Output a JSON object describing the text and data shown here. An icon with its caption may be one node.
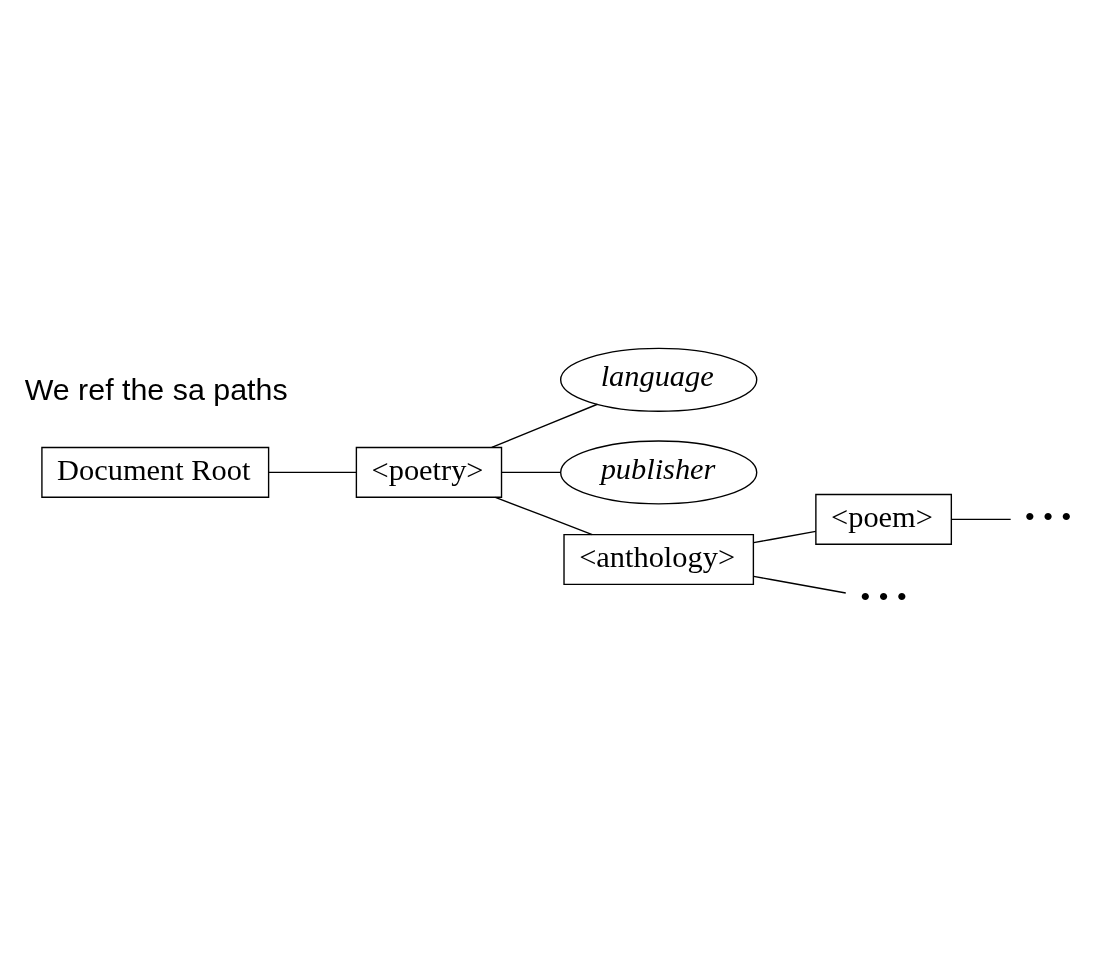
{
  "diagram": {
    "nodes": [
      {
        "text": [
          "Document Root"
        ]
      },
      {
        "text": [
          "<poetry>"
        ]
      },
      {
        "text": [
          "language"
        ]
      },
      {
        "text": [
          "publisher"
        ]
      },
      {
        "text": [
          "<anthology>"
        ]
      },
      {
        "text": [
          "<poem>"
        ]
      },
      {
        "text": [
          "• • •"
        ]
      },
      {
        "text": [
          "• • •"
        ]
      }
    ],
    "edges": [
      {
        "from": 0,
        "to": 1,
        "arrow": "none"
      },
      {
        "from": 1,
        "to": 2,
        "arrow": "none"
      },
      {
        "from": 1,
        "to": 3,
        "arrow": "none"
      },
      {
        "from": 1,
        "to": 4,
        "arrow": "none"
      },
      {
        "from": 4,
        "to": 5,
        "arrow": "none"
      },
      {
        "from": 5,
        "to": 6,
        "arrow": "none"
      },
      {
        "from": 4,
        "to": 7,
        "arrow": "none"
      }
    ],
    "labels": [
      "We ref the sa paths"
    ]
  }
}
